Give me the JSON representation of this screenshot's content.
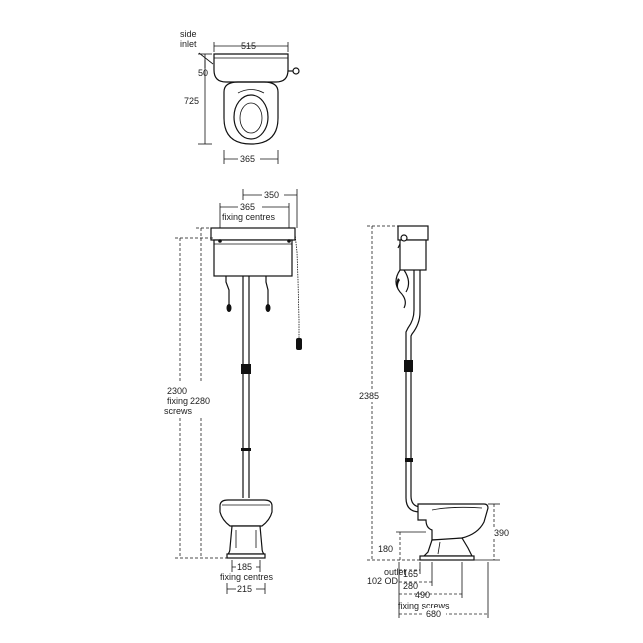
{
  "colors": {
    "line": "#111111",
    "background": "#ffffff",
    "text": "#222222"
  },
  "plan": {
    "side_inlet_line1": "side",
    "side_inlet_line2": "inlet",
    "width": "515",
    "inlet_offset": "50",
    "depth": "725",
    "pan_width": "365"
  },
  "front": {
    "cistern_width": "350",
    "fixing_centres_dim": "365",
    "fixing_centres_label": "fixing centres",
    "height_fixing_value": "2300",
    "height_fixing_line2": "fixing",
    "height_fixing_line3": "screws",
    "height_total": "2280",
    "pan_fixing_dim": "185",
    "pan_fixing_label": "fixing centres",
    "pan_base_width": "215"
  },
  "side": {
    "total_height": "2385",
    "pan_height": "390",
    "outlet_height": "180",
    "outlet_label": "outlet",
    "outlet_od": "102 OD",
    "dim_165": "165",
    "dim_280": "280",
    "dim_490": "490",
    "fixing_screws_label": "fixing screws",
    "projection": "680"
  }
}
